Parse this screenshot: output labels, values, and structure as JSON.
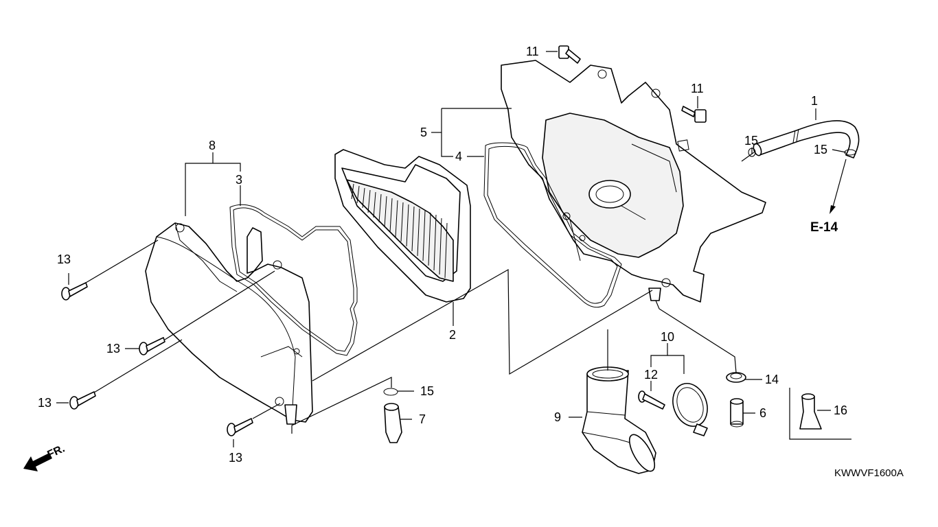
{
  "diagram": {
    "callouts": [
      {
        "id": "c1",
        "text": "1"
      },
      {
        "id": "c2",
        "text": "2"
      },
      {
        "id": "c3",
        "text": "3"
      },
      {
        "id": "c4",
        "text": "4"
      },
      {
        "id": "c5",
        "text": "5"
      },
      {
        "id": "c6",
        "text": "6"
      },
      {
        "id": "c7",
        "text": "7"
      },
      {
        "id": "c8",
        "text": "8"
      },
      {
        "id": "c9",
        "text": "9"
      },
      {
        "id": "c10",
        "text": "10"
      },
      {
        "id": "c11a",
        "text": "11"
      },
      {
        "id": "c11b",
        "text": "11"
      },
      {
        "id": "c12",
        "text": "12"
      },
      {
        "id": "c13a",
        "text": "13"
      },
      {
        "id": "c13b",
        "text": "13"
      },
      {
        "id": "c13c",
        "text": "13"
      },
      {
        "id": "c13d",
        "text": "13"
      },
      {
        "id": "c14",
        "text": "14"
      },
      {
        "id": "c15a",
        "text": "15"
      },
      {
        "id": "c15b",
        "text": "15"
      },
      {
        "id": "c15c",
        "text": "15"
      },
      {
        "id": "c16",
        "text": "16"
      }
    ],
    "reference": "E-14",
    "front_label": "FR.",
    "drawing_code": "KWWVF1600A"
  }
}
